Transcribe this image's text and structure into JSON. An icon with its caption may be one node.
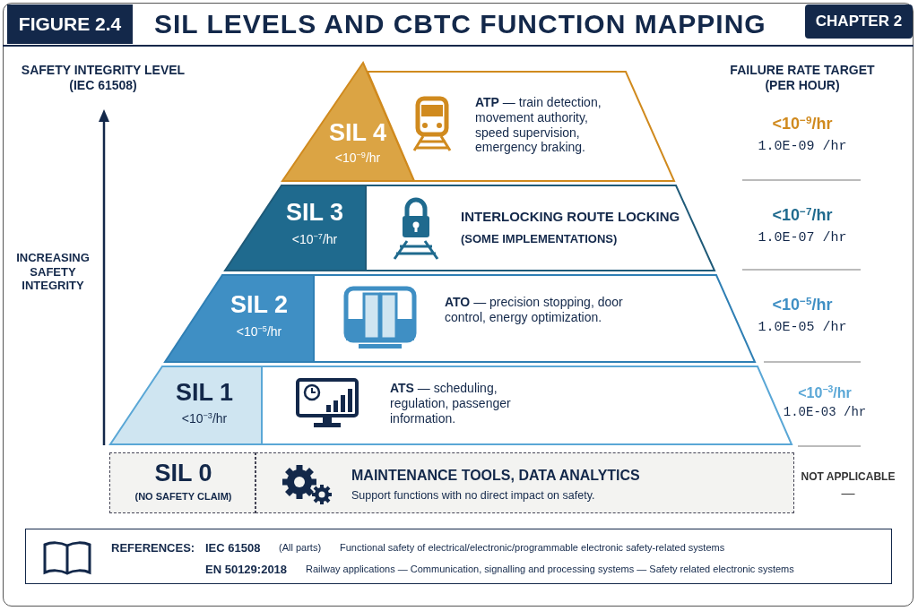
{
  "diagram": {
    "title": "SIL LEVELS AND CBTC FUNCTION MAPPING",
    "nodes": [
      {
        "text": [
          "FIGURE 2.4"
        ]
      },
      {
        "text": [
          "CHAPTER 2"
        ]
      },
      {
        "text": [
          "SIL 4",
          "<10$^{−9}$/hr"
        ]
      },
      {
        "text": [
          "**ATP** — train detection, movement authority, speed supervision, emergency braking."
        ]
      },
      {
        "text": [
          "SIL 3",
          "<10$^{−7}$/hr"
        ]
      },
      {
        "text": [
          "INTERLOCKING ROUTE LOCKING",
          "(SOME IMPLEMENTATIONS)"
        ]
      },
      {
        "text": [
          "SIL 2",
          "<10$^{−5}$/hr"
        ]
      },
      {
        "text": [
          "**ATO** — precision stopping, door control, energy optimization."
        ]
      },
      {
        "text": [
          "SIL 1",
          "<10$^{−3}$/hr"
        ]
      },
      {
        "text": [
          "**ATS** — scheduling, regulation, passenger information."
        ]
      },
      {
        "text": [
          "SIL 0",
          "(NO SAFETY CLAIM)"
        ]
      },
      {
        "text": [
          "MAINTENANCE TOOLS, DATA ANALYTICS",
          "Support functions with no direct impact on safety."
        ]
      },
      {
        "text": [
          "REFERENCES:",
          "IEC 61508",
          "(All parts)",
          "Functional safety of electrical/electronic/programmable electronic safety-related systems",
          "EN 50129:2018",
          "Railway applications — Communication, signalling and processing systems — Safety related electronic systems"
        ]
      }
    ],
    "labels": [
      "SAFETY INTEGRITY LEVEL (IEC 61508)",
      "FAILURE RATE TARGET (PER HOUR)",
      "<10$^{−9}$/hr",
      "1.0E-09 /hr",
      "<10$^{−7}$/hr",
      "1.0E-07 /hr",
      "INCREASING SAFETY INTEGRITY",
      "<10$^{−5}$/hr",
      "1.0E-05 /hr",
      "<10$^{−3}$/hr",
      "1.0E-03 /hr",
      "NOT APPLICABLE",
      "—"
    ]
  }
}
